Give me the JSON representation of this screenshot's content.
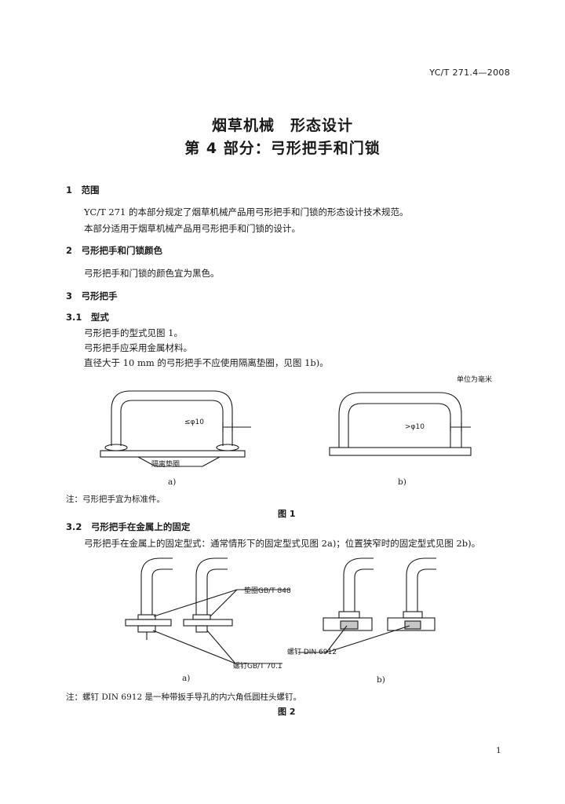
{
  "header": {
    "standard_number": "YC/T 271.4—2008"
  },
  "title": {
    "line1": "烟草机械　形态设计",
    "line2": "第 4 部分：弓形把手和门锁"
  },
  "sections": {
    "s1": {
      "heading": "1　范围",
      "para1": "YC/T 271 的本部分规定了烟草机械产品用弓形把手和门锁的形态设计技术规范。",
      "para2": "本部分适用于烟草机械产品用弓形把手和门锁的设计。"
    },
    "s2": {
      "heading": "2　弓形把手和门锁颜色",
      "para1": "弓形把手和门锁的颜色宜为黑色。"
    },
    "s3": {
      "heading": "3　弓形把手"
    },
    "s31": {
      "heading": "3.1　型式",
      "para1": "弓形把手的型式见图 1。",
      "para2": "弓形把手应采用金属材料。",
      "para3": "直径大于 10 mm 的弓形把手不应使用隔离垫圈，见图 1b)。"
    },
    "s32": {
      "heading": "3.2　弓形把手在金属上的固定",
      "para1": "弓形把手在金属上的固定型式：通常情形下的固定型式见图 2a)；位置狭窄时的固定型式见图 2b)。"
    }
  },
  "figure1": {
    "unit_label": "单位为毫米",
    "dim_a": "≤φ10",
    "dim_b": ">φ10",
    "washer_label": "隔离垫圈",
    "sub_a": "a)",
    "sub_b": "b)",
    "note": "注：弓形把手宜为标准件。",
    "caption": "图 1"
  },
  "figure2": {
    "washer_label": "垫圈GB/T 848",
    "screw_label_a": "螺钉GB/T 70.1",
    "screw_label_b": "螺钉 DIN 6912",
    "sub_a": "a)",
    "sub_b": "b)",
    "note": "注：螺钉 DIN 6912 是一种带扳手导孔的内六角低圆柱头螺钉。",
    "caption": "图 2"
  },
  "footer": {
    "page_number": "1"
  }
}
